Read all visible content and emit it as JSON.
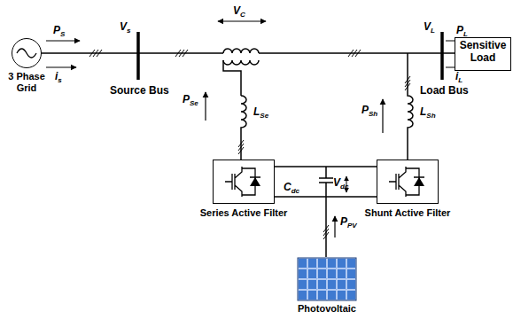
{
  "diagram": {
    "nodes": [
      {
        "text": [
          "3 Phase Grid"
        ]
      },
      {
        "text": [
          "Series Active Filter"
        ]
      },
      {
        "text": [
          "Shunt Active Filter"
        ]
      },
      {
        "text": [
          "Photovoltaic"
        ]
      },
      {
        "text": [
          "Sensitive Load"
        ]
      }
    ],
    "edges": [
      {
        "from": 1,
        "to": 2,
        "arrow": "none"
      }
    ],
    "labels": [
      "PS",
      "Vs",
      "is",
      "VC",
      "VL",
      "PL",
      "iL",
      "PSe",
      "LSe",
      "PSh",
      "LSh",
      "Vdc",
      "Cdc",
      "PPV",
      "Source Bus",
      "Load Bus"
    ]
  }
}
